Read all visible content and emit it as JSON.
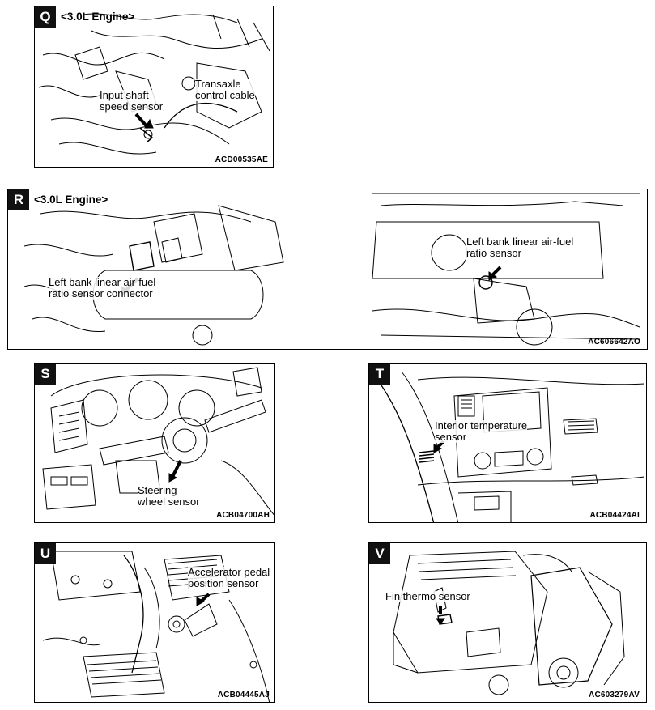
{
  "panels": {
    "q": {
      "tag": "Q",
      "heading": "<3.0L Engine>",
      "code": "ACD00535AE",
      "labels": {
        "sensor": [
          "Input shaft",
          "speed sensor"
        ],
        "cable": [
          "Transaxle",
          "control cable"
        ]
      }
    },
    "r": {
      "tag": "R",
      "heading": "<3.0L Engine>",
      "code": "AC606642AO",
      "labels": {
        "connector": [
          "Left bank linear air-fuel",
          "ratio sensor connector"
        ],
        "sensor": [
          "Left bank linear air-fuel",
          "ratio sensor"
        ]
      }
    },
    "s": {
      "tag": "S",
      "code": "ACB04700AH",
      "labels": {
        "sensor": [
          "Steering",
          "wheel sensor"
        ]
      }
    },
    "t": {
      "tag": "T",
      "code": "ACB04424AI",
      "labels": {
        "sensor": [
          "Interior temperature",
          "sensor"
        ]
      }
    },
    "u": {
      "tag": "U",
      "code": "ACB04445AJ",
      "labels": {
        "sensor": [
          "Accelerator pedal",
          "position sensor"
        ]
      }
    },
    "v": {
      "tag": "V",
      "code": "AC603279AV",
      "labels": {
        "sensor": [
          "Fin thermo sensor"
        ]
      }
    }
  }
}
